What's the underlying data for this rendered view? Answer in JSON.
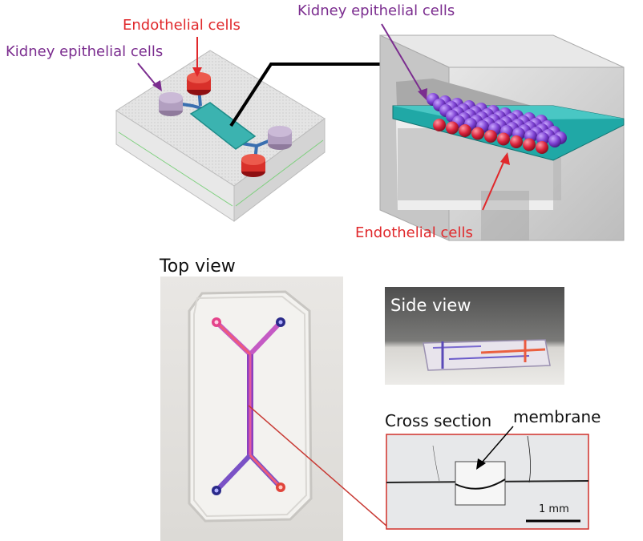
{
  "labels": {
    "endothelial_top": "Endothelial cells",
    "kidney_left": "Kidney epithelial cells",
    "kidney_right": "Kidney epithelial cells",
    "endothelial_bottom": "Endothelial cells",
    "top_view": "Top view",
    "side_view": "Side view",
    "cross_section": "Cross section",
    "membrane": "membrane",
    "scale_bar": "1 mm"
  },
  "colors": {
    "kidney_label": "#7b2d8f",
    "endothelial_label": "#e0282b",
    "membrane_teal": "#1fa9a9",
    "cell_purple": "#8a4fd6",
    "cell_red": "#e2364a",
    "housing_grey": "#d9d9d9"
  }
}
